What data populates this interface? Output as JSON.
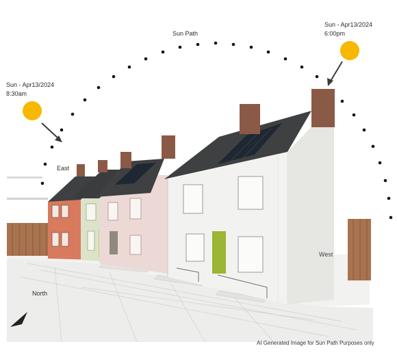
{
  "labels": {
    "sun_path": "Sun Path",
    "morning_date": "Sun - Apr13/2024",
    "morning_time": "8:30am",
    "evening_date": "Sun - Apr13/2024",
    "evening_time": "6:00pm",
    "east": "East",
    "west": "West",
    "north": "North",
    "caption": "AI Generated Image for Sun Path Purposes only"
  },
  "colors": {
    "sun": "#f6b800",
    "wall_white": "#f2f2f0",
    "wall_red": "#d87a5e",
    "wall_green": "#dbe3c8",
    "wall_pink": "#ecd9d6",
    "roof": "#3e4042",
    "solar_panel": "#1f2733",
    "chimney": "#8b5a46",
    "door_green": "#9bb534",
    "fence": "#a8734f",
    "ground": "#e9e9e7"
  }
}
